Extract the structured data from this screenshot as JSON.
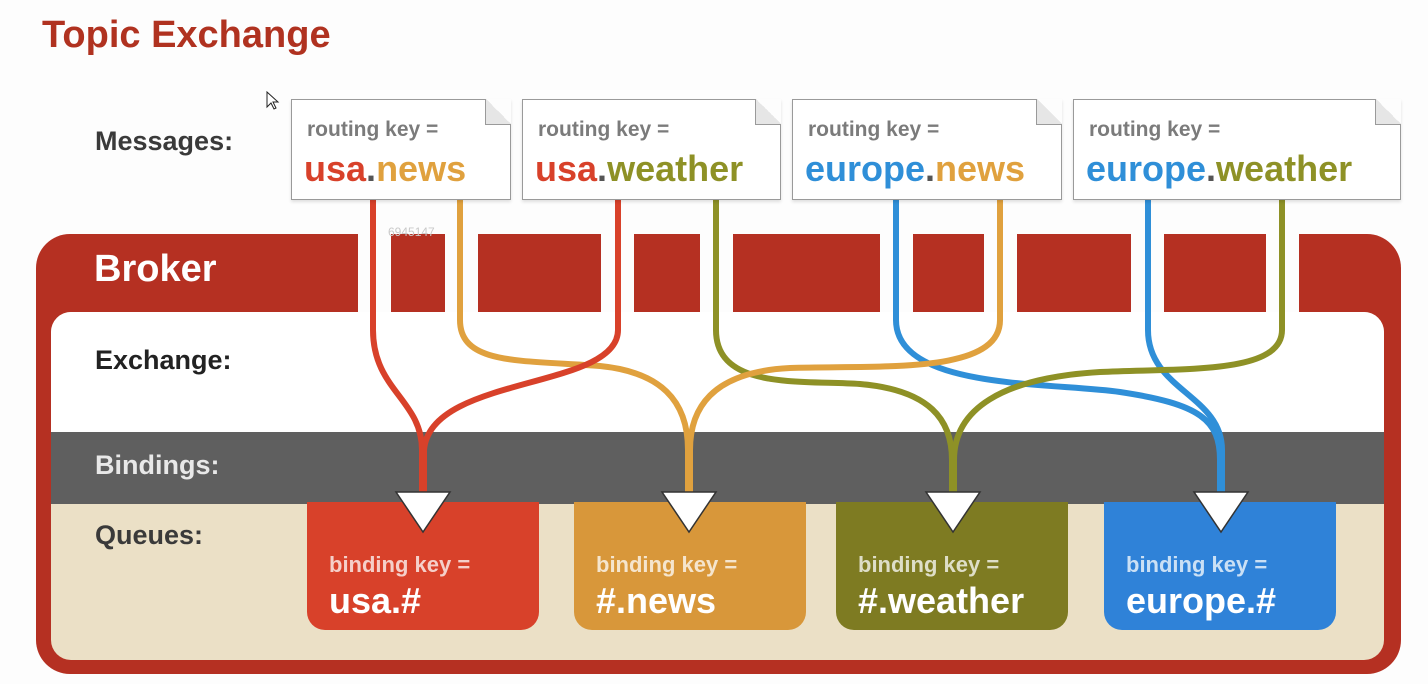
{
  "title": "Topic Exchange",
  "labels": {
    "messages": "Messages:",
    "broker": "Broker",
    "exchange": "Exchange:",
    "bindings": "Bindings:",
    "queues": "Queues:"
  },
  "watermark": "6945147",
  "messages": [
    {
      "prefix": "routing key =",
      "part1": "usa",
      "dot": ".",
      "part2": "news"
    },
    {
      "prefix": "routing key =",
      "part1": "usa",
      "dot": ".",
      "part2": "weather"
    },
    {
      "prefix": "routing key =",
      "part1": "europe",
      "dot": ".",
      "part2": "news"
    },
    {
      "prefix": "routing key =",
      "part1": "europe",
      "dot": ".",
      "part2": "weather"
    }
  ],
  "queues": [
    {
      "prefix": "binding key =",
      "key": "usa.#"
    },
    {
      "prefix": "binding key =",
      "key": "#.news"
    },
    {
      "prefix": "binding key =",
      "key": "#.weather"
    },
    {
      "prefix": "binding key =",
      "key": "europe.#"
    }
  ],
  "colors": {
    "usa": "#d8412a",
    "europe": "#2f8fd8",
    "news": "#e0a13e",
    "weather": "#8e9126",
    "broker": "#b53022",
    "queue_usa": "#d8412a",
    "queue_news": "#d8973a",
    "queue_weather": "#7e7b22",
    "queue_europe": "#2f82d8"
  }
}
